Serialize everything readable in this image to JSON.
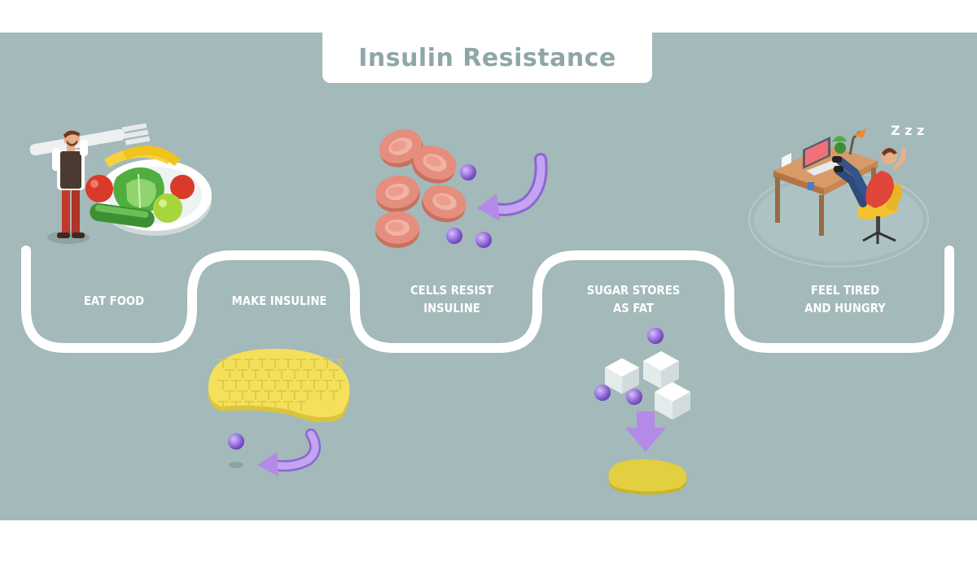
{
  "title": "Insulin Resistance",
  "steps": [
    {
      "label": "EAT FOOD"
    },
    {
      "label": "MAKE INSULINE"
    },
    {
      "label": "CELLS RESIST\nINSULINE"
    },
    {
      "label": "SUGAR STORES\nAS FAT"
    },
    {
      "label": "FEEL TIRED\nAND HUNGRY"
    }
  ],
  "sleep_text": "Z z z",
  "colors": {
    "background": "#a3b9ba",
    "path": "#ffffff",
    "title": "#8fa6a8",
    "glucose": "#9a6ed8",
    "arrow": "#b48ae8",
    "cell": "#e58e7e",
    "pancreas": "#f4e05a",
    "fat": "#e3cf3f"
  }
}
